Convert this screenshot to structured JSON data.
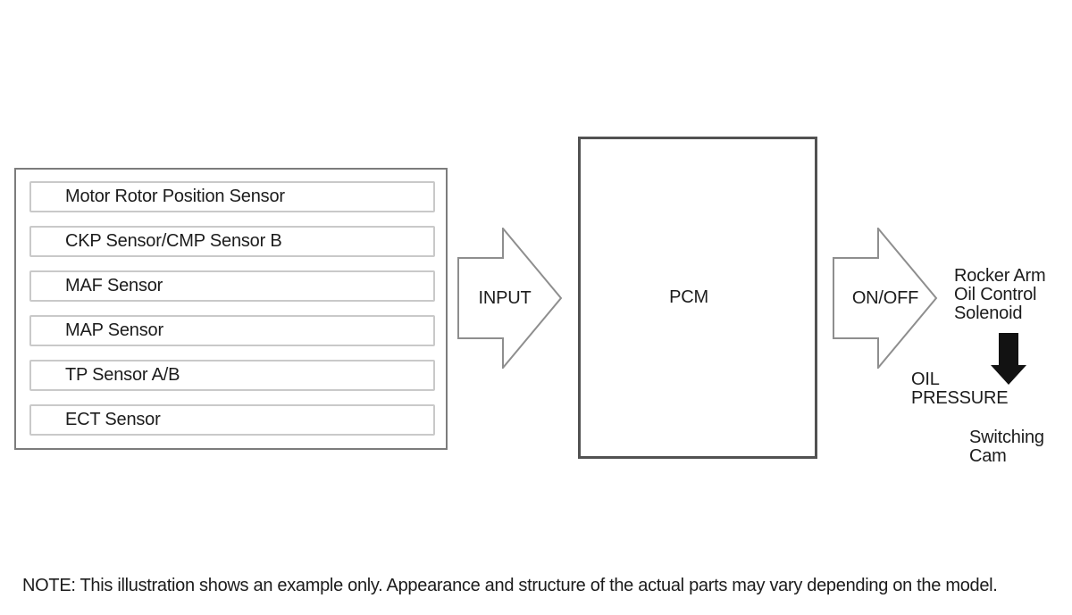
{
  "sensors": [
    "Motor Rotor Position Sensor",
    "CKP Sensor/CMP Sensor B",
    "MAF Sensor",
    "MAP Sensor",
    "TP Sensor A/B",
    "ECT Sensor"
  ],
  "flow": {
    "input_label": "INPUT",
    "pcm_label": "PCM",
    "onoff_label": "ON/OFF",
    "solenoid_lines": [
      "Rocker Arm",
      "Oil Control",
      "Solenoid"
    ],
    "oil_pressure_lines": [
      "OIL",
      "PRESSURE"
    ],
    "switching_cam_lines": [
      "Switching",
      "Cam"
    ]
  },
  "note": "NOTE: This illustration shows an example only. Appearance and structure of the actual parts may vary depending on the model.",
  "colors": {
    "text": "#1c1c1c",
    "group_box_border": "#7c7c7c",
    "sensor_row_border": "#c9c9c9",
    "pcm_border": "#525252",
    "arrow_outline": "#8e8e8e",
    "solid_arrow_fill": "#121212"
  }
}
